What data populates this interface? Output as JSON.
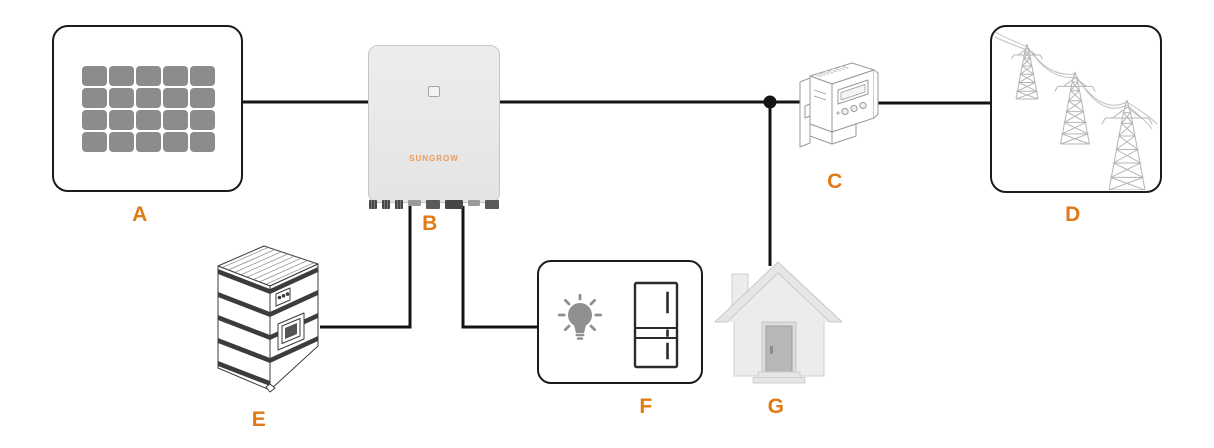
{
  "accent_color": "#E07A14",
  "wire_color": "#141414",
  "components": {
    "pv": {
      "label": "A",
      "icon": "solar-panel-icon",
      "grid": {
        "rows": 4,
        "cols": 5
      }
    },
    "inverter": {
      "label": "B",
      "icon": "inverter-icon",
      "logo": "SUNGROW"
    },
    "meter": {
      "label": "C",
      "icon": "energy-meter-icon"
    },
    "grid": {
      "label": "D",
      "icon": "utility-grid-icon"
    },
    "battery": {
      "label": "E",
      "icon": "battery-icon"
    },
    "loads": {
      "label": "F",
      "icon": "loads-icon",
      "sub_icons": [
        "light-bulb-icon",
        "refrigerator-icon"
      ]
    },
    "house": {
      "label": "G",
      "icon": "house-icon"
    }
  }
}
